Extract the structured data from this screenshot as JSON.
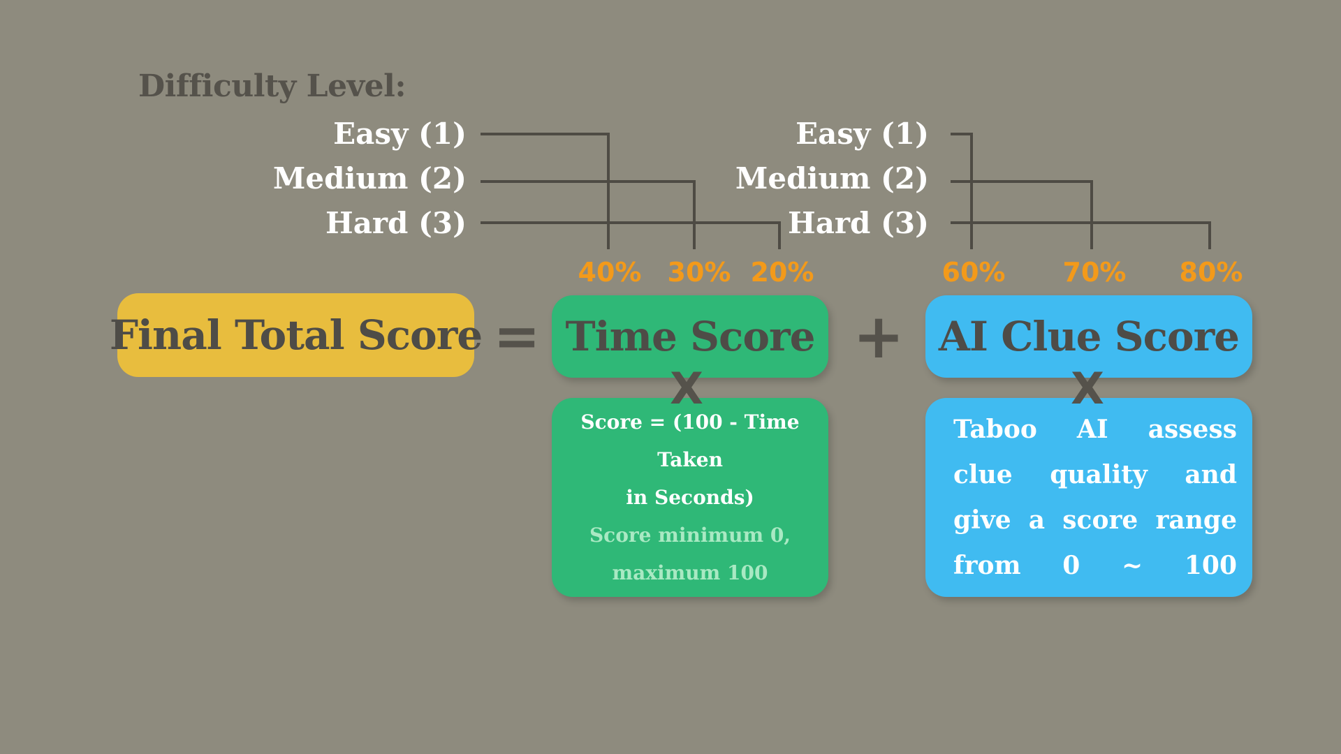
{
  "heading": "Difficulty Level:",
  "time_levels": [
    "Easy (1)",
    "Medium (2)",
    "Hard (3)"
  ],
  "ai_levels": [
    "Easy (1)",
    "Medium (2)",
    "Hard (3)"
  ],
  "time_percentages": [
    "40%",
    "30%",
    "20%"
  ],
  "ai_percentages": [
    "60%",
    "70%",
    "80%"
  ],
  "final_score_label": "Final Total Score",
  "equals": "=",
  "time_score_label": "Time Score",
  "plus": "+",
  "ai_score_label": "AI Clue Score",
  "times": "X",
  "time_formula": {
    "line1": "Score = (100 - Time Taken",
    "line2": "in Seconds)",
    "note1": "Score minimum 0,",
    "note2": "maximum 100"
  },
  "ai_formula": "Taboo AI assess clue quality and give a score range from 0 ~ 100",
  "colors": {
    "background": "#8e8b7e",
    "final_box": "#e8bd3e",
    "time_box": "#2fb877",
    "ai_box": "#40bbf1",
    "percent": "#f39a1a",
    "connector": "#4e4b44"
  }
}
